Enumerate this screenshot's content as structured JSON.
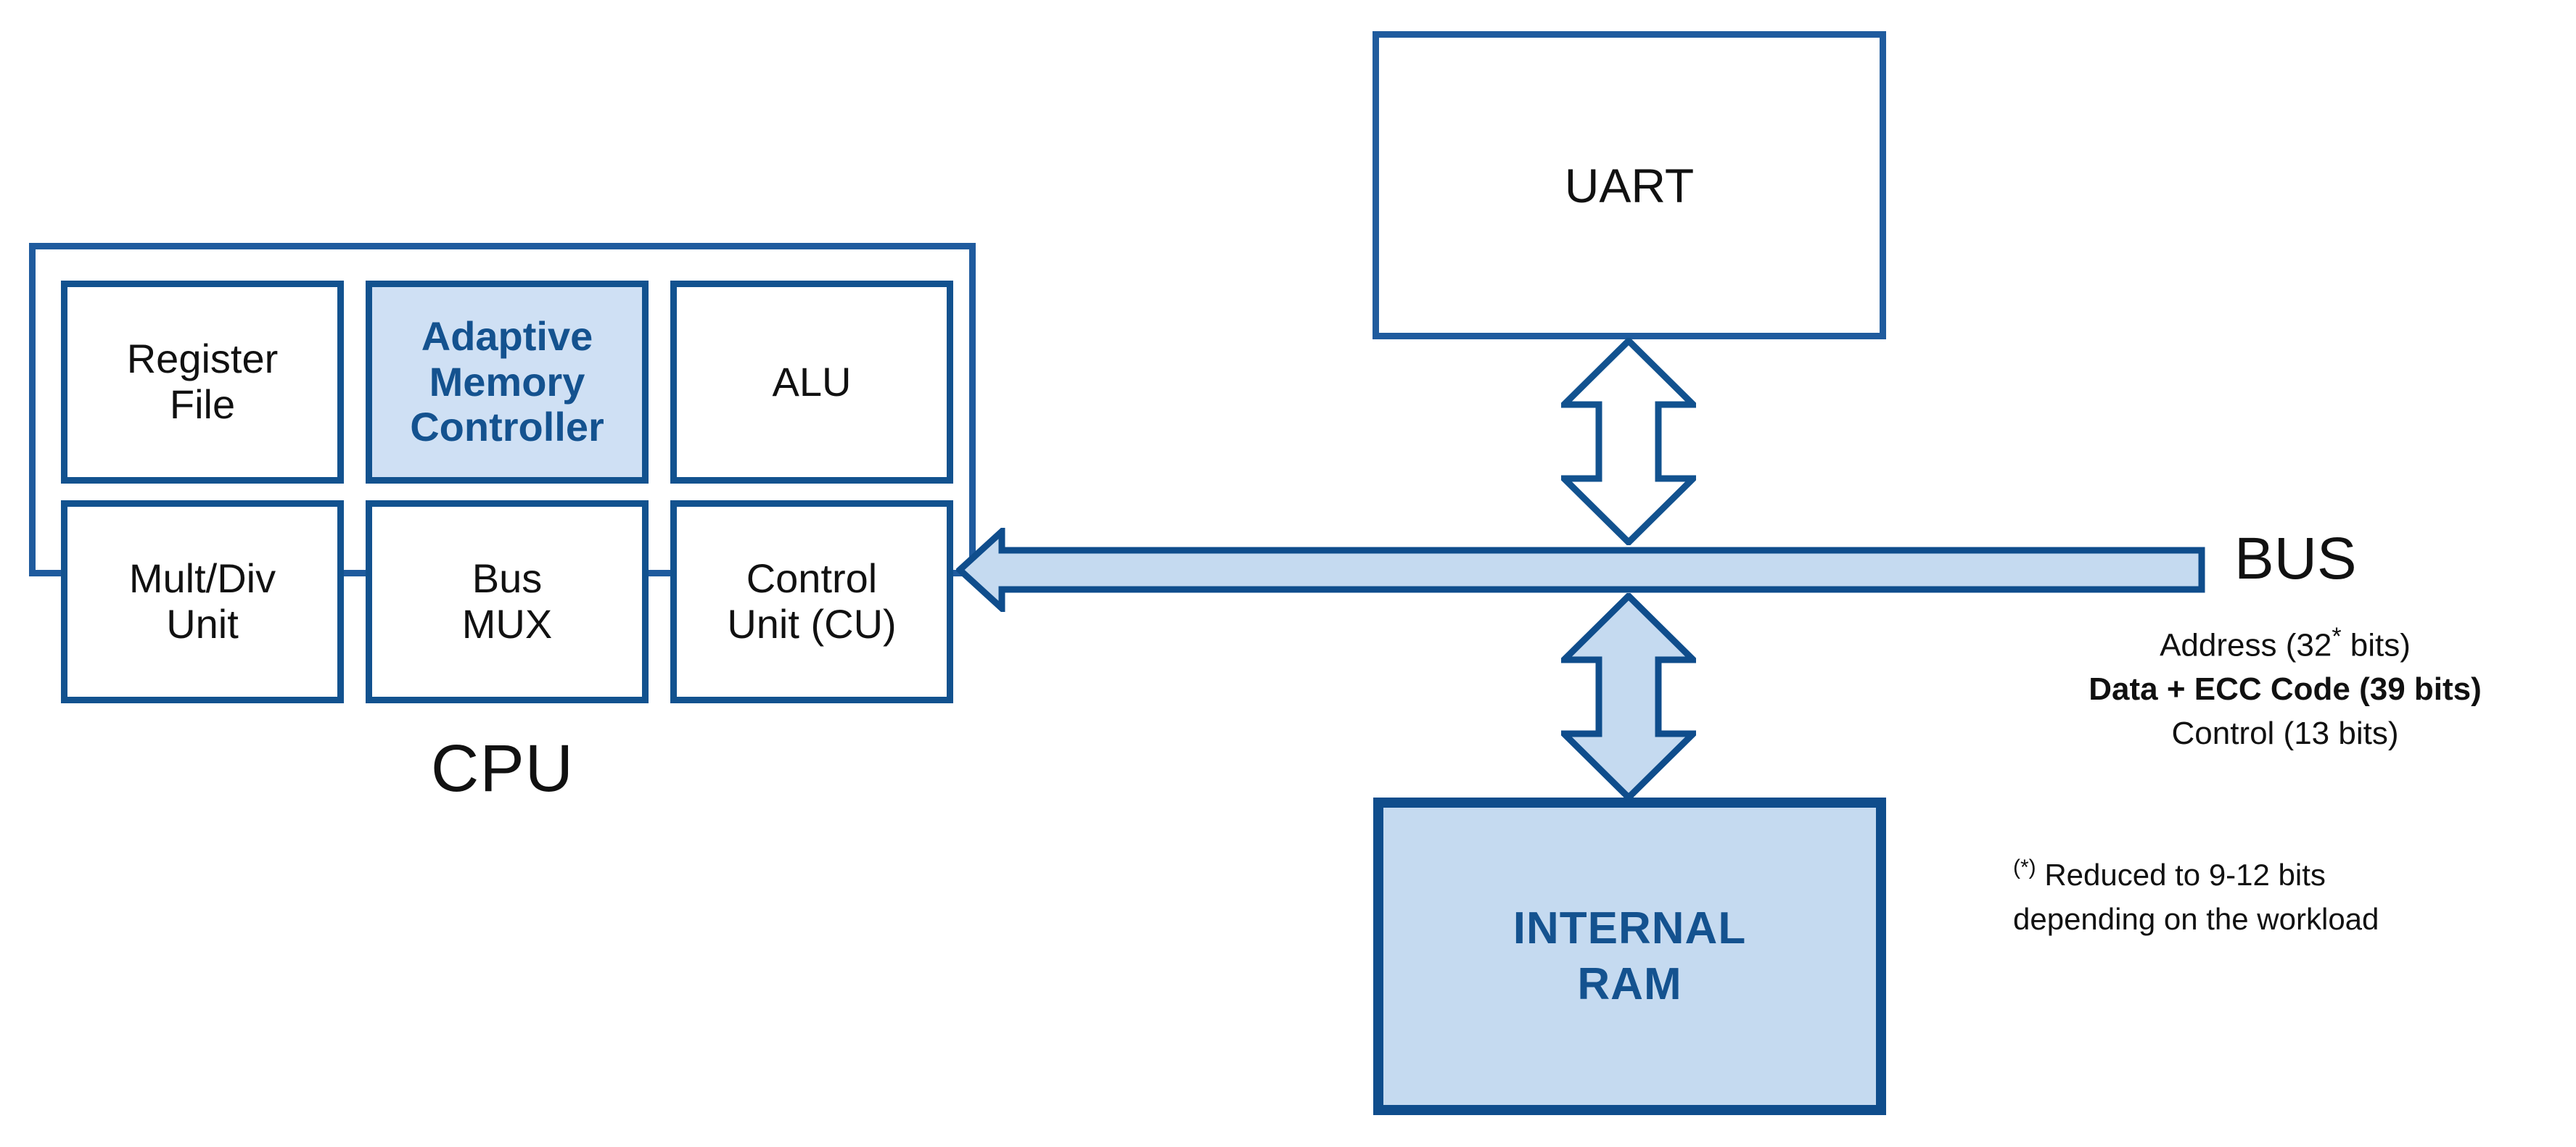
{
  "diagram": {
    "title": "CPU / Bus / Memory block diagram",
    "colors": {
      "outline_blue": "#1f5b9e",
      "deep_blue": "#12528f",
      "fill_light_blue": "#c5daf0",
      "highlight_fill": "#cfe0f4",
      "text_navy": "#14528f",
      "text_black": "#111111",
      "background": "#ffffff"
    }
  },
  "cpu": {
    "label": "CPU",
    "units": [
      {
        "id": "register-file",
        "label": "Register\nFile",
        "highlighted": false
      },
      {
        "id": "adaptive-memory-controller",
        "label": "Adaptive\nMemory\nController",
        "highlighted": true
      },
      {
        "id": "alu",
        "label": "ALU",
        "highlighted": false
      },
      {
        "id": "mult-div-unit",
        "label": "Mult/Div\nUnit",
        "highlighted": false
      },
      {
        "id": "bus-mux",
        "label": "Bus\nMUX",
        "highlighted": false
      },
      {
        "id": "control-unit",
        "label": "Control\nUnit (CU)",
        "highlighted": false
      }
    ]
  },
  "uart": {
    "label": "UART"
  },
  "internal_ram": {
    "label": "INTERNAL\nRAM"
  },
  "bus": {
    "title": "BUS",
    "legend": [
      {
        "text": "Address (32",
        "sup": "*",
        "tail": " bits)",
        "bold": false
      },
      {
        "text": "Data + ECC Code (39 bits)",
        "sup": "",
        "tail": "",
        "bold": true
      },
      {
        "text": "Control (13 bits)",
        "sup": "",
        "tail": "",
        "bold": false
      }
    ],
    "legend_line_1": "Address (32",
    "legend_line_1_sup": "*",
    "legend_line_1_tail": " bits)",
    "legend_line_2": "Data + ECC Code (39 bits)",
    "legend_line_3": "Control (13 bits)",
    "footnote_marker": "(*)",
    "footnote_text": " Reduced to 9-12 bits depending on the workload",
    "direction": "left"
  },
  "connections": [
    {
      "id": "uart-bus-arrow",
      "from": "UART",
      "to": "BUS",
      "style": "double-headed",
      "fill": "white"
    },
    {
      "id": "bus-ram-arrow",
      "from": "BUS",
      "to": "INTERNAL RAM",
      "style": "double-headed",
      "fill": "light-blue"
    },
    {
      "id": "bus-cpu-arrow",
      "from": "BUS",
      "to": "CPU",
      "style": "single-headed-left",
      "fill": "light-blue"
    }
  ]
}
